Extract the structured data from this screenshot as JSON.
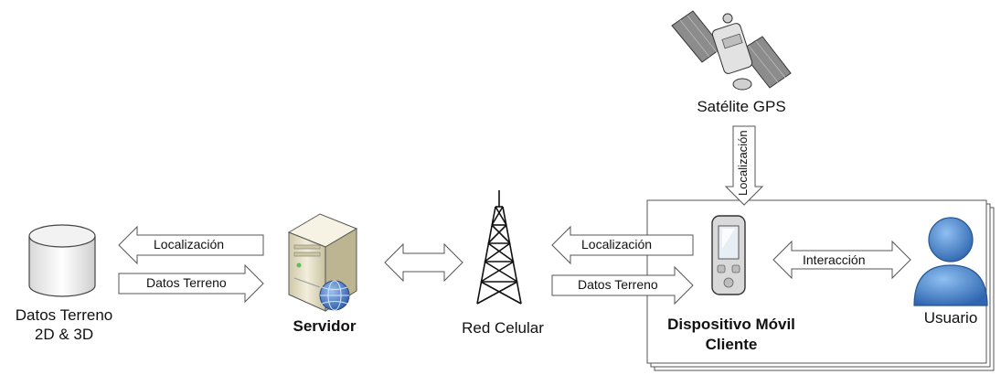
{
  "nodes": {
    "datos_terreno": "Datos Terreno\n2D & 3D",
    "servidor": "Servidor",
    "red_celular": "Red Celular",
    "satelite": "Satélite GPS",
    "dispositivo": "Dispositivo Móvil\nCliente",
    "usuario": "Usuario"
  },
  "arrows": {
    "localizacion_left": "Localización",
    "datos_terreno_left": "Datos Terreno",
    "localizacion_right": "Localización",
    "datos_terreno_right": "Datos Terreno",
    "localizacion_gps": "Localización",
    "interaccion": "Interacción"
  },
  "colors": {
    "outline": "#555555",
    "user_blue": "#3f7fc9",
    "server_body": "#e9e3c7",
    "globe_blue": "#3a6fc5"
  },
  "icons": [
    "database-icon",
    "server-icon",
    "globe-icon",
    "cell-tower-icon",
    "satellite-icon",
    "mobile-device-icon",
    "user-icon"
  ]
}
